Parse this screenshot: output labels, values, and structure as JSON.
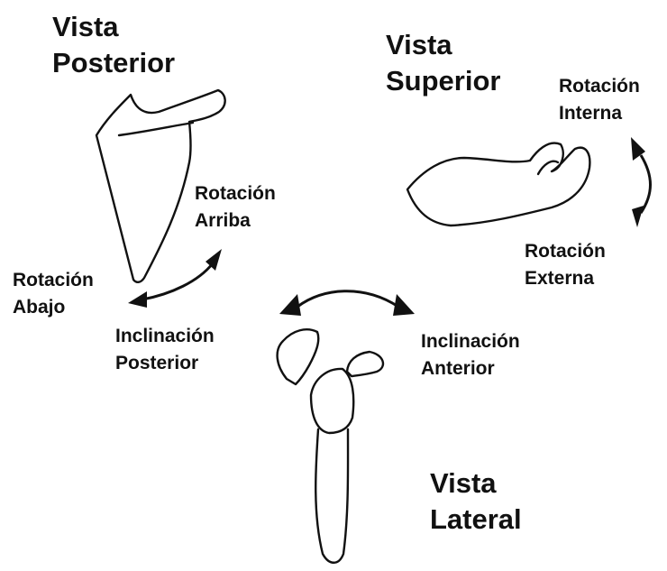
{
  "views": {
    "posterior": {
      "line1": "Vista",
      "line2": "Posterior"
    },
    "superior": {
      "line1": "Vista",
      "line2": "Superior"
    },
    "lateral": {
      "line1": "Vista",
      "line2": "Lateral"
    }
  },
  "motions": {
    "upward_rotation": {
      "line1": "Rotación",
      "line2": "Arriba"
    },
    "downward_rotation": {
      "line1": "Rotación",
      "line2": "Abajo"
    },
    "internal_rotation": {
      "line1": "Rotación",
      "line2": "Interna"
    },
    "external_rotation": {
      "line1": "Rotación",
      "line2": "Externa"
    },
    "posterior_tilt": {
      "line1": "Inclinación",
      "line2": "Posterior"
    },
    "anterior_tilt": {
      "line1": "Inclinación",
      "line2": "Anterior"
    }
  },
  "colors": {
    "ink": "#111111",
    "background": "#ffffff"
  }
}
